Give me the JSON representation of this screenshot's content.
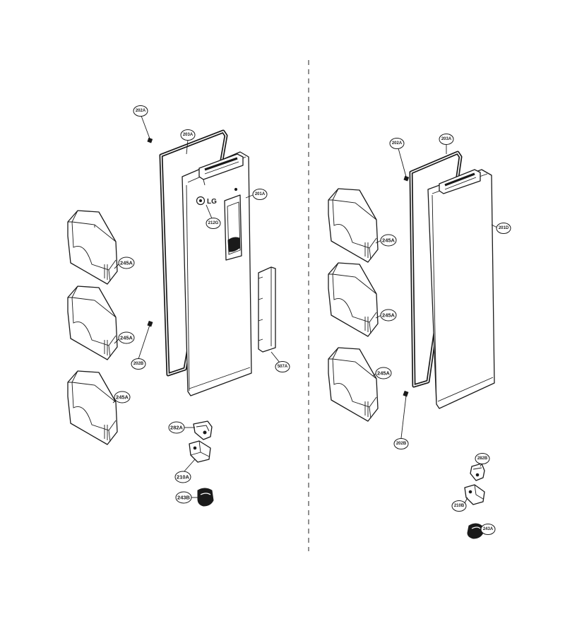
{
  "labels": {
    "l202A": "202A",
    "l203A": "203A",
    "l201A": "201A",
    "l212G": "212G",
    "l245A": "245A",
    "l202B": "202B",
    "l507A": "507A",
    "l282A": "282A",
    "l210A": "210A",
    "l243B": "243B",
    "l201D": "201D",
    "l282B": "282B",
    "l210B": "210B",
    "l243A": "243A"
  },
  "logo": {
    "text": "LG"
  }
}
